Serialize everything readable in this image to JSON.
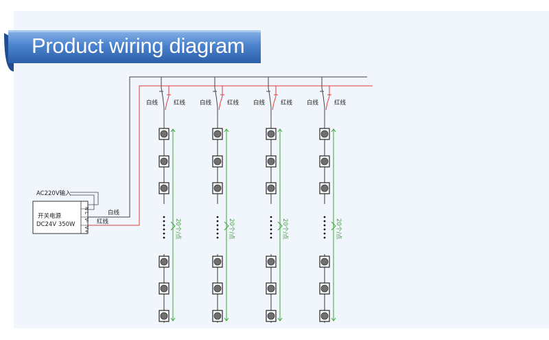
{
  "title": "Product wiring diagram",
  "power_supply": {
    "name": "开关电源",
    "spec": "DC24V 350W",
    "input_label": "AC220V输入",
    "terminals": [
      "N",
      "L",
      "V-",
      "V+"
    ]
  },
  "wire_labels": {
    "white": "白线",
    "red": "红线"
  },
  "string_count_label": "20个/点",
  "colors": {
    "banner_top": "#6a9ad6",
    "banner_bottom": "#2f66b3",
    "background": "#f1f6fc",
    "white_wire": "#333333",
    "red_wire": "#e03c3c",
    "count_marker": "#3aa637",
    "node_fill": "#707070"
  }
}
